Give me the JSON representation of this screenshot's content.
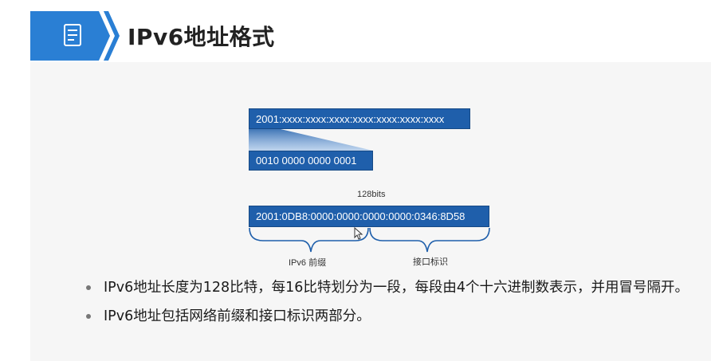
{
  "title": "IPv6地址格式",
  "icons": {
    "header": "document-icon",
    "pointer": "mouse-cursor-icon"
  },
  "colors": {
    "accent": "#1f5fab",
    "header_badge": "#2a7fd4"
  },
  "diagram": {
    "full_format": "2001:xxxx:xxxx:xxxx:xxxx:xxxx:xxxx:xxxx",
    "binary_group": "0010 0000 0000 0001",
    "bit_length": "128bits",
    "example_address": "2001:0DB8:0000:0000:0000:0000:0346:8D58",
    "prefix_label": "IPv6 前缀",
    "interface_label": "接口标识"
  },
  "bullets": [
    "IPv6地址长度为128比特，每16比特划分为一段，每段由4个十六进制数表示，并用冒号隔开。",
    "IPv6地址包括网络前缀和接口标识两部分。"
  ]
}
